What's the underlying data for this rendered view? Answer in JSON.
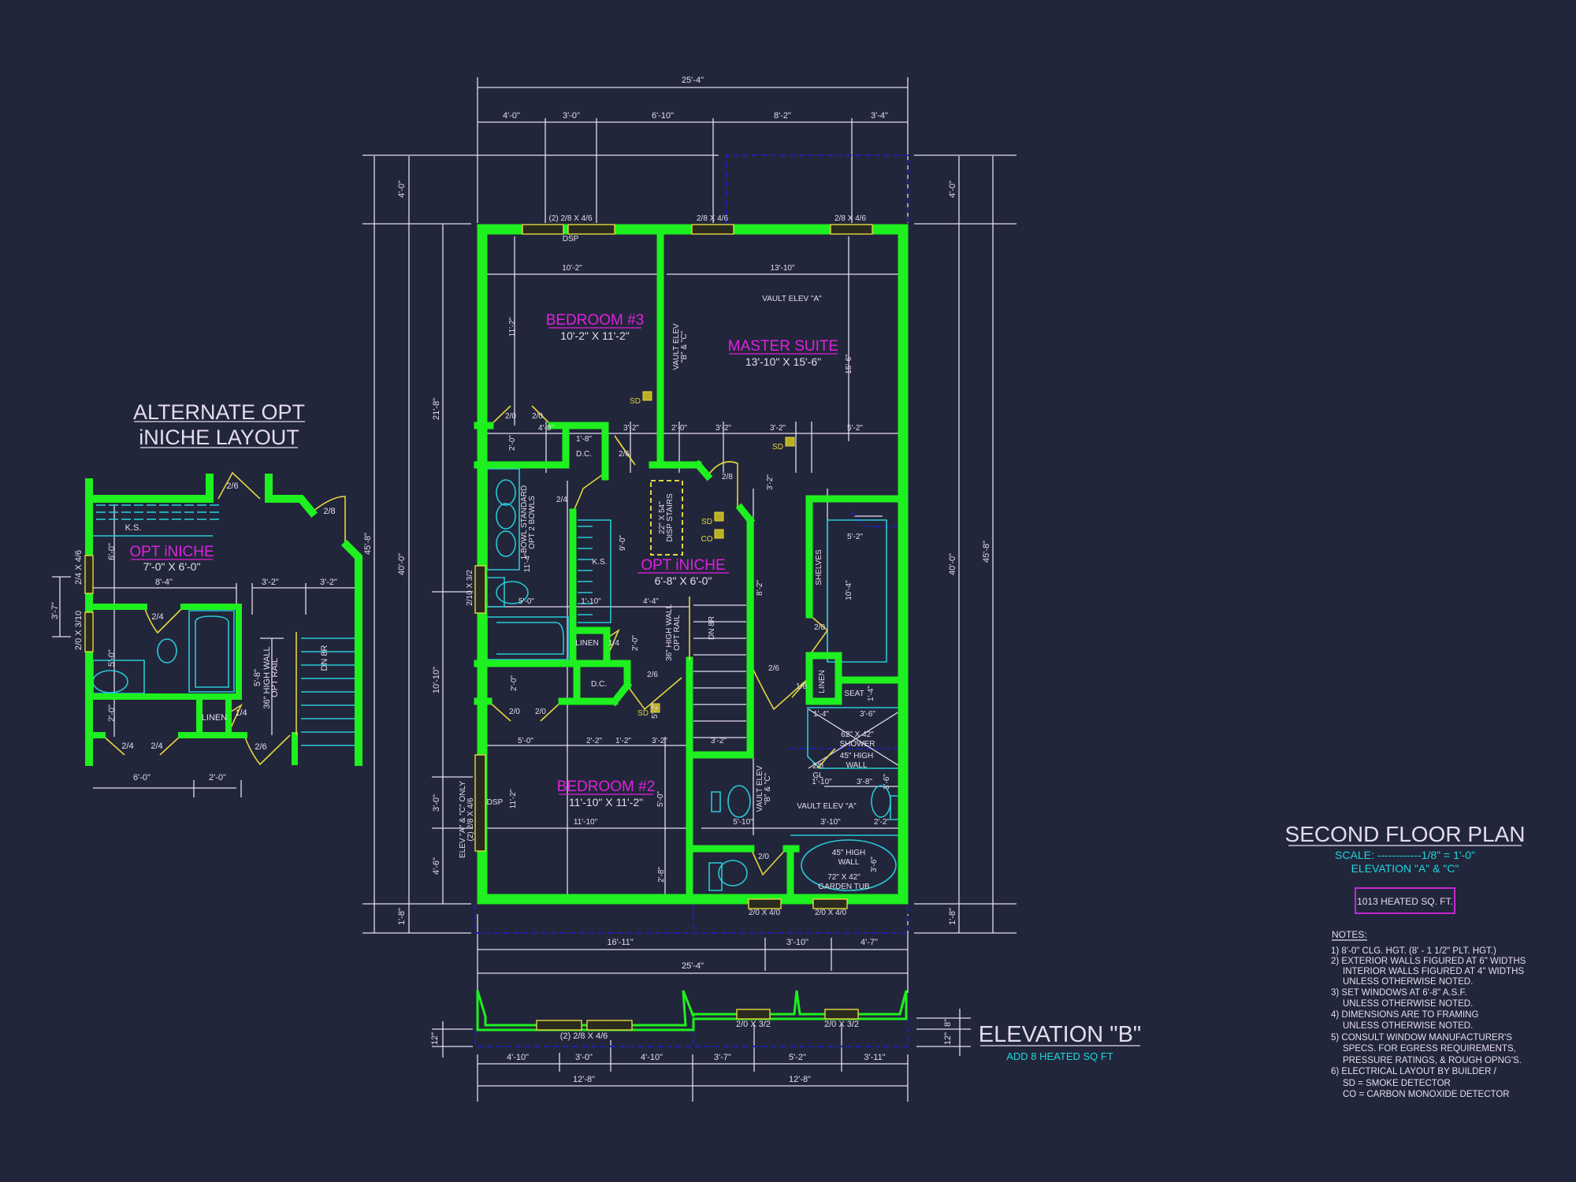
{
  "colors": {
    "background": "#22263a",
    "walls": "#1ff01f",
    "dimensions": "#e4dcec",
    "room_names": "#e020e0",
    "fixtures": "#27c9d6",
    "doors_windows": "#e3d640",
    "hidden_lines": "#1c20b0",
    "scale_text": "#20d4e0"
  },
  "alternate": {
    "title_line1": "ALTERNATE OPT",
    "title_line2": "iNICHE LAYOUT",
    "room_name": "OPT iNICHE",
    "room_size": "7'-0\" X 6'-0\"",
    "labels": [
      "K.S.",
      "8'-4\"",
      "3'-2\"",
      "3'-2\"",
      "6'-0\"",
      "3'-7\"",
      "2/4 X 4/6",
      "2/0 X 3/10",
      "2/6",
      "2/8",
      "2/4",
      "5'-0\"",
      "2'-0\"",
      "LINEN",
      "1/4",
      "5'-8\"",
      "36\" HIGH WALL",
      "OPT RAIL",
      "DN 8R",
      "2/4",
      "2/4",
      "2/6",
      "6'-0\"",
      "2'-0\""
    ]
  },
  "plan": {
    "rooms": [
      {
        "name": "BEDROOM #3",
        "size": "10'-2\" X 11'-2\""
      },
      {
        "name": "MASTER SUITE",
        "size": "13'-10\" X 15'-6\""
      },
      {
        "name": "OPT iNICHE",
        "size": "6'-8\" X 6'-0\""
      },
      {
        "name": "BEDROOM #2",
        "size": "11'-10\" X 11'-2\""
      }
    ],
    "top_dims": [
      "25'-4\"",
      "4'-0\"",
      "3'-0\"",
      "6'-10\"",
      "8'-2\"",
      "3'-4\""
    ],
    "left_dims": [
      "45'-8\"",
      "4'-0\"",
      "40'-0\"",
      "1'-8\"",
      "21'-8\"",
      "10'-10\"",
      "3'-0\"",
      "4'-6\""
    ],
    "right_dims": [
      "4'-0\"",
      "40'-0\"",
      "45'-8\"",
      "1'-8\""
    ],
    "bottom_dims": [
      "16'-11\"",
      "3'-10\"",
      "4'-7\"",
      "25'-4\""
    ],
    "annotations": [
      "(2) 2/8 X 4/6",
      "DSP",
      "2/8 X 4/6",
      "2/8 X 4/6",
      "10'-2\"",
      "13'-10\"",
      "VAULT ELEV \"A\"",
      "VAULT ELEV",
      "\"B\" & \"C\"",
      "11'-2\"",
      "15'-6\"",
      "SD",
      "2/0",
      "2/0",
      "4'-8\"",
      "3'-2\"",
      "2'-0\"",
      "3'-2\"",
      "3'-2\"",
      "5'-2\"",
      "1'-8\"",
      "D.C.",
      "2/6",
      "SD",
      "2/8",
      "3'-2\"",
      "2'-0\"",
      "2/4",
      "1 BOWL STANDARD",
      "OPT 2 BOWLS",
      "22\" X 54\"",
      "DISP STAIRS",
      "SD",
      "CO",
      "9'-0\"",
      "K.S.",
      "11'-4\"",
      "SHELVES",
      "5'-2\"",
      "10'-4\"",
      "8'-2\"",
      "5'-0\"",
      "1'-10\"",
      "4'-4\"",
      "2/10 X 3/2",
      "36\" HIGH WALL",
      "OPT RAIL",
      "DN 8R",
      "2'-0\"",
      "LINEN",
      "1/4",
      "2/0",
      "2/6",
      "1/8",
      "LINEN",
      "SEAT",
      "1'-4\"",
      "D.C.",
      "2/6",
      "2'-0\"",
      "2/0",
      "2/0",
      "1'-4\"",
      "3'-6\"",
      "5'-2\"",
      "SD",
      "62\" X 42\"",
      "SHOWER",
      "45\" HIGH",
      "WALL",
      "2/0",
      "GL",
      "5'-0\"",
      "2'-2\"",
      "1'-2\"",
      "3'-2\"",
      "3'-2\"",
      "1'-10\"",
      "3'-8\"",
      "3'-6\"",
      "VAULT ELEV",
      "\"B\" & \"C\"",
      "VAULT ELEV \"A\"",
      "11'-2\"",
      "5'-0\"",
      "DSP",
      "11'-10\"",
      "5'-10\"",
      "3'-10\"",
      "2'-2\"",
      "2/0",
      "45\" HIGH",
      "WALL",
      "72\" X 42\"",
      "GARDEN TUB",
      "3'-6\"",
      "2'-8\"",
      "2/0 X 4/0",
      "2/0 X 4/0",
      "ELEV \"A\" & \"C\" ONLY",
      "(2) 2/8 X 4/6"
    ]
  },
  "elevation_b": {
    "title": "ELEVATION \"B\"",
    "subtitle": "ADD 8 HEATED SQ FT",
    "labels": [
      "(2) 2/8 X 4/6",
      "2/0 X 3/2",
      "2/0 X 3/2",
      "4'-10\"",
      "3'-0\"",
      "4'-10\"",
      "3'-7\"",
      "5'-2\"",
      "3'-11\"",
      "12'-8\"",
      "12'-8\"",
      "12\"",
      "12\"",
      "8\""
    ]
  },
  "title_block": {
    "title": "SECOND FLOOR PLAN",
    "scale": "SCALE: ------------1/8\" = 1'-0\"",
    "elevation": "ELEVATION \"A\" & \"C\"",
    "heated_area": "1013 HEATED SQ. FT.",
    "notes_heading": "NOTES:",
    "notes": [
      "1) 8'-0\"  CLG. HGT. (8' - 1 1/2\" PLT. HGT.)",
      "2) EXTERIOR WALLS FIGURED AT 6\" WIDTHS",
      "INTERIOR WALLS FIGURED AT 4\" WIDTHS",
      "UNLESS OTHERWISE NOTED.",
      "3) SET WINDOWS AT 6'-8\" A.S.F.",
      "UNLESS OTHERWISE NOTED.",
      "4) DIMENSIONS ARE TO FRAMING",
      "UNLESS OTHERWISE NOTED.",
      "5) CONSULT WINDOW MANUFACTURER'S",
      "SPECS. FOR EGRESS REQUIREMENTS,",
      "PRESSURE RATINGS, & ROUGH OPNG'S.",
      "6) ELECTRICAL LAYOUT BY BUILDER /",
      "SD = SMOKE DETECTOR",
      "CO = CARBON MONOXIDE DETECTOR"
    ]
  }
}
